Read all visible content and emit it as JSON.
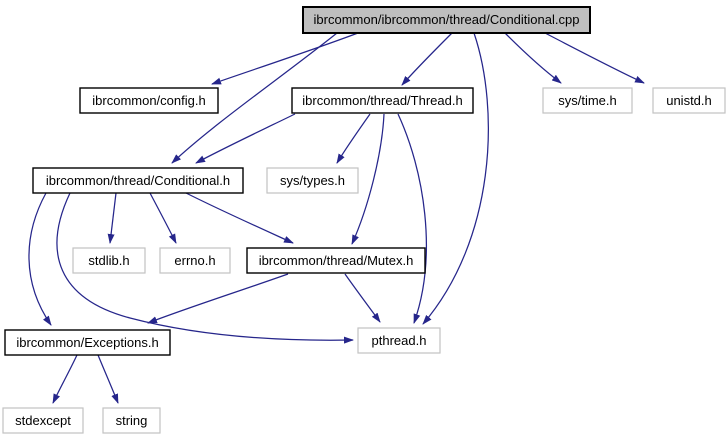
{
  "graph": {
    "kind": "include-dependency-graph",
    "nodes": [
      {
        "id": "conditional-cpp",
        "label": "ibrcommon/ibrcommon/thread/Conditional.cpp",
        "kind": "current-file"
      },
      {
        "id": "config-h",
        "label": "ibrcommon/config.h",
        "kind": "project-header"
      },
      {
        "id": "thread-h",
        "label": "ibrcommon/thread/Thread.h",
        "kind": "project-header"
      },
      {
        "id": "sys-time-h",
        "label": "sys/time.h",
        "kind": "system-header"
      },
      {
        "id": "unistd-h",
        "label": "unistd.h",
        "kind": "system-header"
      },
      {
        "id": "conditional-h",
        "label": "ibrcommon/thread/Conditional.h",
        "kind": "project-header"
      },
      {
        "id": "sys-types-h",
        "label": "sys/types.h",
        "kind": "system-header"
      },
      {
        "id": "stdlib-h",
        "label": "stdlib.h",
        "kind": "system-header"
      },
      {
        "id": "errno-h",
        "label": "errno.h",
        "kind": "system-header"
      },
      {
        "id": "mutex-h",
        "label": "ibrcommon/thread/Mutex.h",
        "kind": "project-header"
      },
      {
        "id": "exceptions-h",
        "label": "ibrcommon/Exceptions.h",
        "kind": "project-header"
      },
      {
        "id": "pthread-h",
        "label": "pthread.h",
        "kind": "system-header"
      },
      {
        "id": "stdexcept",
        "label": "stdexcept",
        "kind": "system-header"
      },
      {
        "id": "string",
        "label": "string",
        "kind": "system-header"
      }
    ],
    "edges": [
      {
        "from": "conditional-cpp",
        "to": "config-h"
      },
      {
        "from": "conditional-cpp",
        "to": "thread-h"
      },
      {
        "from": "conditional-cpp",
        "to": "conditional-h"
      },
      {
        "from": "conditional-cpp",
        "to": "sys-time-h"
      },
      {
        "from": "conditional-cpp",
        "to": "unistd-h"
      },
      {
        "from": "conditional-cpp",
        "to": "pthread-h"
      },
      {
        "from": "thread-h",
        "to": "conditional-h"
      },
      {
        "from": "thread-h",
        "to": "sys-types-h"
      },
      {
        "from": "thread-h",
        "to": "mutex-h"
      },
      {
        "from": "thread-h",
        "to": "pthread-h"
      },
      {
        "from": "conditional-h",
        "to": "stdlib-h"
      },
      {
        "from": "conditional-h",
        "to": "errno-h"
      },
      {
        "from": "conditional-h",
        "to": "mutex-h"
      },
      {
        "from": "conditional-h",
        "to": "exceptions-h"
      },
      {
        "from": "conditional-h",
        "to": "pthread-h"
      },
      {
        "from": "mutex-h",
        "to": "exceptions-h"
      },
      {
        "from": "mutex-h",
        "to": "pthread-h"
      },
      {
        "from": "exceptions-h",
        "to": "stdexcept"
      },
      {
        "from": "exceptions-h",
        "to": "string"
      }
    ],
    "colors": {
      "edge": "#26268b",
      "current_node_fill": "#bfbfbf",
      "node_border": "#000000",
      "system_node_border": "#c2c2c2",
      "node_fill": "#ffffff",
      "text": "#000000"
    }
  }
}
